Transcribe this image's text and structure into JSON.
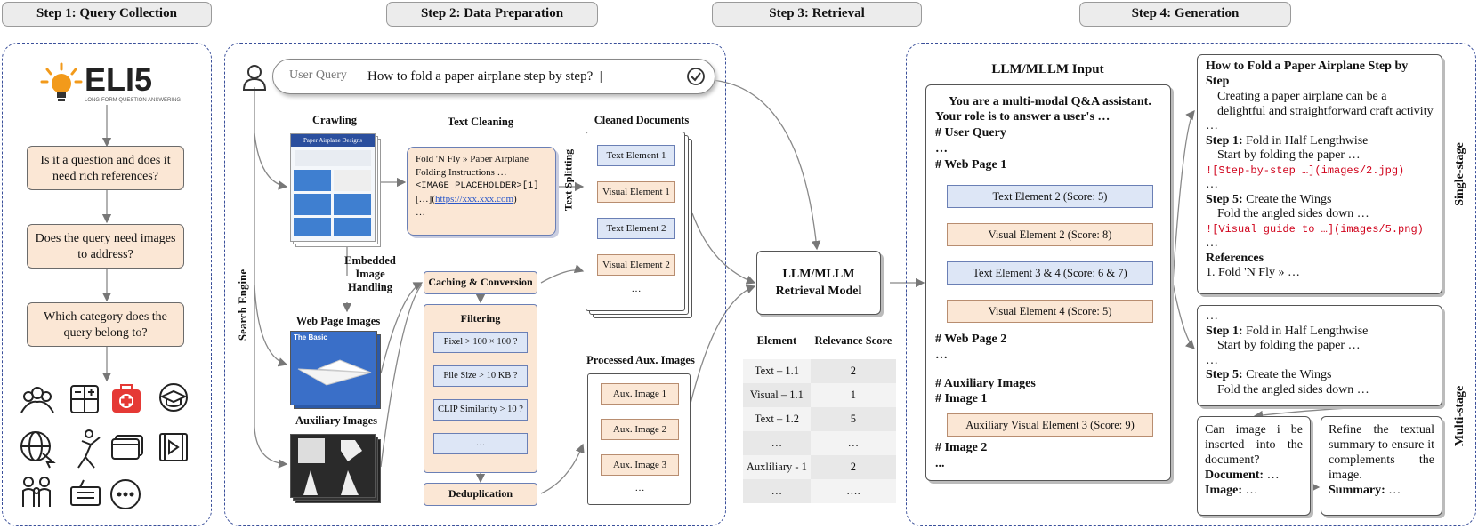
{
  "steps": {
    "s1": "Step 1: Query Collection",
    "s2": "Step 2: Data Preparation",
    "s3": "Step 3: Retrieval",
    "s4": "Step 4: Generation"
  },
  "eli5": {
    "name": "ELI5",
    "tagline": "LONG-FORM QUESTION ANSWERING"
  },
  "questions": [
    "Is it a question and does it need rich references?",
    "Does the query need images to address?",
    "Which category does the query belong to?"
  ],
  "category_icons": [
    "people-icon",
    "calculator-icon",
    "first-aid-icon",
    "graduation-cap-icon",
    "globe-cursor-icon",
    "sport-icon",
    "credit-card-icon",
    "video-icon",
    "family-icon",
    "keyboard-icon",
    "more-icon"
  ],
  "query_bar": {
    "label": "User Query",
    "value": "How to fold a paper airplane step by step?  |"
  },
  "search_engine": "Search Engine",
  "crawling": {
    "title": "Crawling",
    "thumb_title": "Paper Airplane Designs"
  },
  "text_cleaning": {
    "title": "Text Cleaning",
    "line1": "Fold 'N Fly » Paper Airplane",
    "line2": "Folding Instructions …",
    "line3": "<IMAGE_PLACEHOLDER>[1]",
    "line4_prefix": "[…](",
    "line4_link": "https://xxx.xxx.com",
    "line4_suffix": ")",
    "line5": "…"
  },
  "text_splitting": "Text Splitting",
  "cleaned_docs": {
    "title": "Cleaned Documents",
    "items": [
      "Text Element 1",
      "Visual Element 1",
      "Text Element 2",
      "Visual Element 2",
      "…"
    ]
  },
  "embedded": "Embedded Image Handling",
  "web_images": {
    "title": "Web Page Images",
    "thumb_label": "The Basic"
  },
  "aux_images": {
    "title": "Auxiliary Images"
  },
  "caching": "Caching & Conversion",
  "filtering": {
    "title": "Filtering",
    "items": [
      "Pixel > 100 × 100 ?",
      "File Size > 10 KB ?",
      "CLIP Similarity > 10 ?",
      "…"
    ]
  },
  "dedup": "Deduplication",
  "processed": {
    "title": "Processed Aux. Images",
    "items": [
      "Aux. Image 1",
      "Aux. Image 2",
      "Aux. Image 3",
      "…"
    ]
  },
  "retrieval_model": "LLM/MLLM Retrieval Model",
  "relevance_table": {
    "headers": [
      "Element",
      "Relevance Score"
    ],
    "rows": [
      [
        "Text – 1.1",
        "2"
      ],
      [
        "Visual – 1.1",
        "1"
      ],
      [
        "Text – 1.2",
        "5"
      ],
      [
        "…",
        "…"
      ],
      [
        "Auxliliary - 1",
        "2"
      ],
      [
        "…",
        "…."
      ]
    ]
  },
  "llm_input": {
    "title": "LLM/MLLM Input",
    "intro1": "You are a multi-modal Q&A assistant.",
    "intro2": "Your role is to answer a user's  …",
    "user_query": "# User Query",
    "dots": "…",
    "web_page_1": "# Web Page 1",
    "elements": [
      "Text Element 2 (Score: 5)",
      "Visual Element 2 (Score: 8)",
      "Text Element 3 & 4 (Score: 6 & 7)",
      "Visual Element 4 (Score: 5)"
    ],
    "web_page_2": "# Web Page 2",
    "aux_title": "# Auxiliary Images",
    "image_1": "# Image 1",
    "aux_element": "Auxiliary Visual Element 3 (Score: 9)",
    "image_2": "# Image 2",
    "end_dots": "..."
  },
  "single_stage": {
    "label": "Single-stage",
    "title": "How to Fold a Paper Airplane Step by Step",
    "body": "Creating a paper airplane can be a delightful and straightforward craft activity",
    "dots": "…",
    "step1_label": "Step 1:",
    "step1_text": "Fold in Half Lengthwise",
    "step1_detail": "Start by folding the paper …",
    "img1": "![Step-by-step …](images/2.jpg)",
    "step5_label": "Step 5:",
    "step5_text": "Create the Wings",
    "step5_detail": "Fold the angled sides down …",
    "img2": "![Visual guide to …](images/5.png)",
    "refs_title": "References",
    "ref1": "1. Fold 'N Fly » …"
  },
  "multi_stage": {
    "label": "Multi-stage",
    "dots": "…",
    "step1_label": "Step 1:",
    "step1_text": "Fold in Half Lengthwise",
    "step1_detail": "Start by folding the paper …",
    "step5_label": "Step 5:",
    "step5_text": "Create the Wings",
    "step5_detail": "Fold the angled sides down …",
    "q_text": "Can image i be inserted into the document?",
    "doc_label": "Document:",
    "img_label": "Image:",
    "refine_text": "Refine the textual summary to ensure it complements the image.",
    "summary_label": "Summary:"
  }
}
